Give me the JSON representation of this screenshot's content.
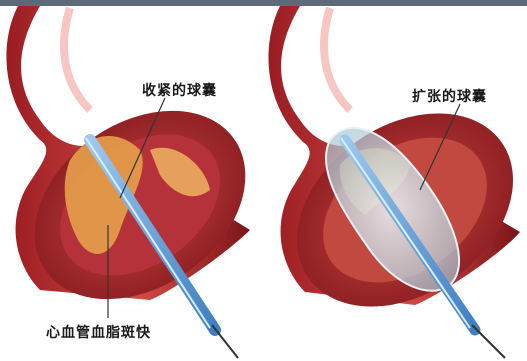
{
  "labels": {
    "left_balloon": "收紧的球囊",
    "right_balloon": "扩张的球囊",
    "plaque": "心血管血脂斑快"
  },
  "colors": {
    "band": "#5d6b78",
    "vessel_dark": "#8b1a1e",
    "vessel_light": "#d84a45",
    "plaque": "#e8a24a",
    "catheter": "#5a9ad6",
    "balloon": "#cfe3ec"
  }
}
